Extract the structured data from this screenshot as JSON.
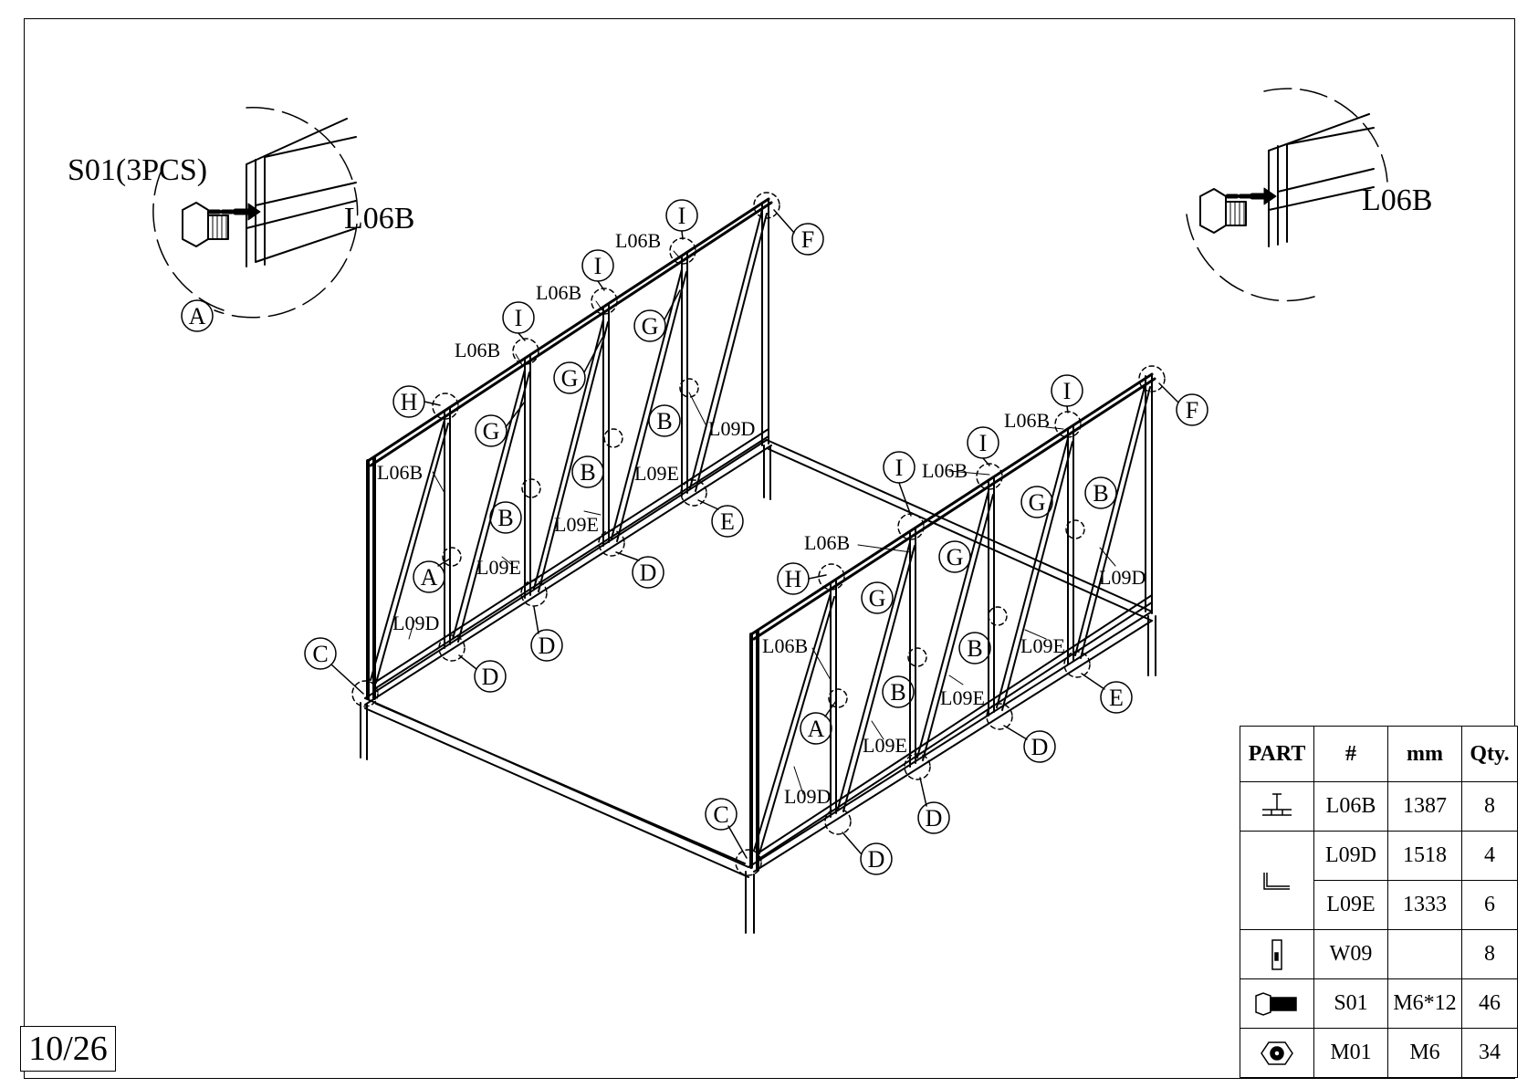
{
  "detail_left": {
    "label": "S01(3PCS)",
    "part": "L06B",
    "callout": "A"
  },
  "detail_right": {
    "part": "L06B"
  },
  "callout_letters": {
    "A": "A",
    "B": "B",
    "C": "C",
    "D": "D",
    "E": "E",
    "F": "F",
    "G": "G",
    "H": "H",
    "I": "I"
  },
  "part_labels": {
    "L06B": "L06B",
    "L09D": "L09D",
    "L09E": "L09E"
  },
  "page_number": "10/26",
  "parts_table": {
    "headers": [
      "PART",
      "#",
      "mm",
      "Qty."
    ],
    "rows": [
      {
        "icon": "t-profile-icon",
        "code": "L06B",
        "mm": "1387",
        "qty": "8"
      },
      {
        "icon": "angle-profile-icon",
        "code": "L09D",
        "mm": "1518",
        "qty": "4"
      },
      {
        "icon": "angle-profile-icon",
        "code": "L09E",
        "mm": "1333",
        "qty": "6"
      },
      {
        "icon": "clip-icon",
        "code": "W09",
        "mm": "",
        "qty": "8"
      },
      {
        "icon": "bolt-icon",
        "code": "S01",
        "mm": "M6*12",
        "qty": "46"
      },
      {
        "icon": "nut-icon",
        "code": "M01",
        "mm": "M6",
        "qty": "34"
      }
    ]
  }
}
